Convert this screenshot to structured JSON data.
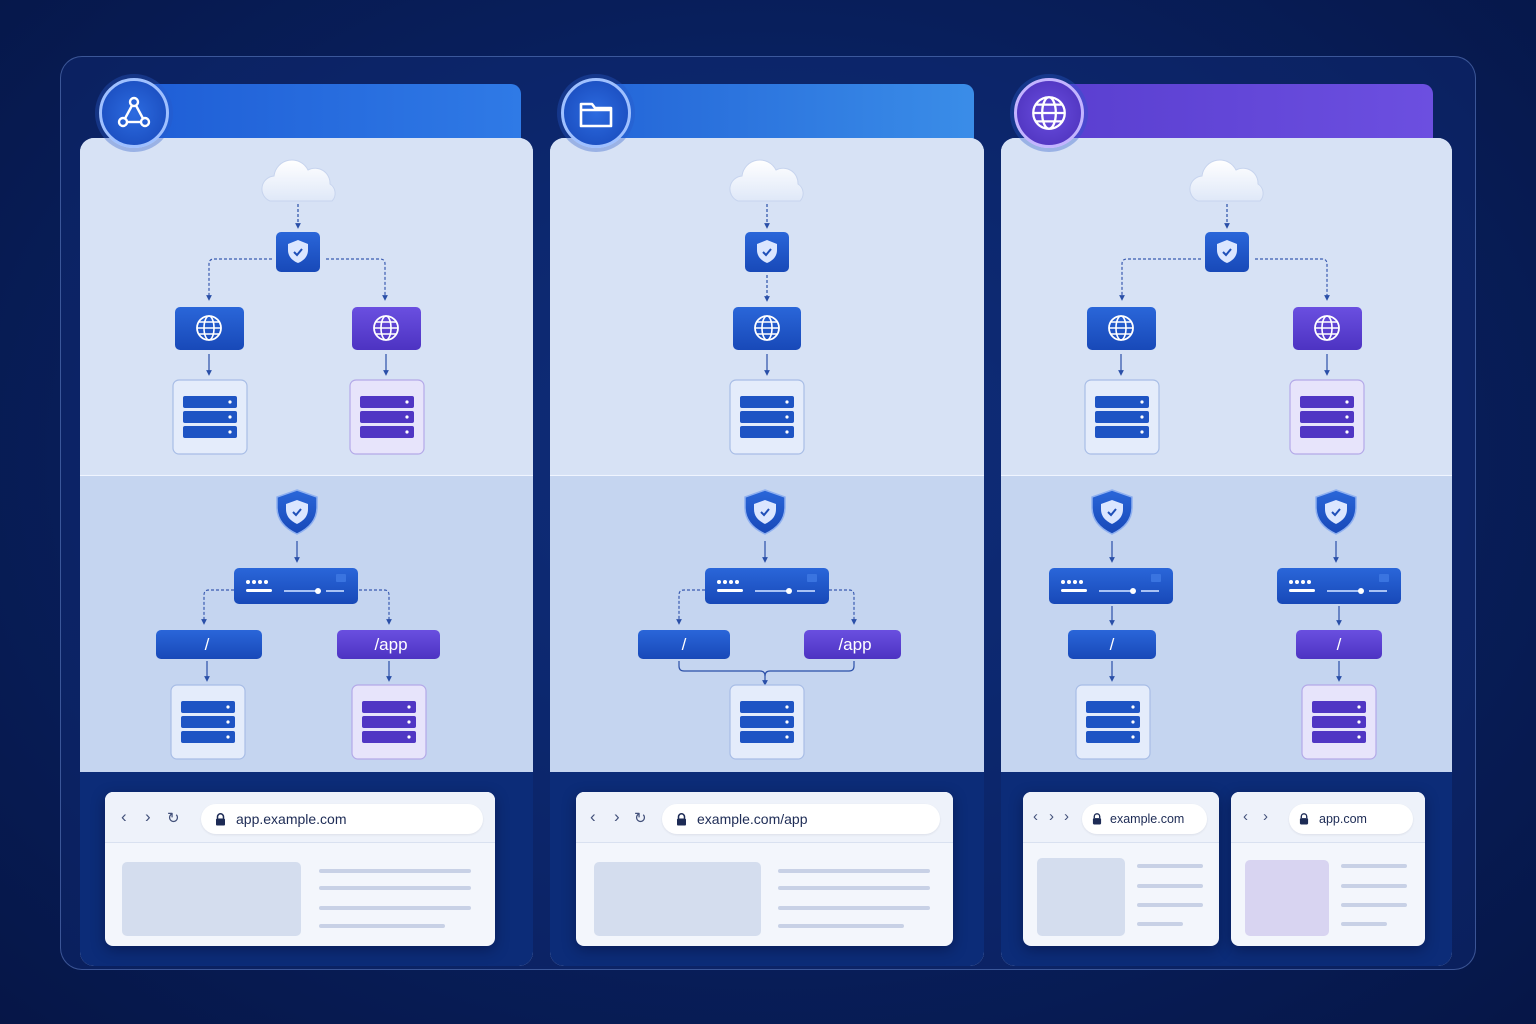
{
  "panels": [
    {
      "icon": "network-nodes-icon",
      "routes": [
        "/",
        "/app"
      ],
      "browsers": [
        {
          "url": "app.example.com"
        }
      ]
    },
    {
      "icon": "folder-icon",
      "routes": [
        "/",
        "/app"
      ],
      "browsers": [
        {
          "url": "example.com/app"
        }
      ]
    },
    {
      "icon": "globe-icon",
      "routes": [
        "/",
        "/"
      ],
      "browsers": [
        {
          "url": "example.com"
        },
        {
          "url": "app.com"
        }
      ]
    }
  ],
  "browser_controls": {
    "back": "‹",
    "forward": "›",
    "reload": "↻"
  },
  "colors": {
    "blue": "#1e55cc",
    "purple": "#5a3fd0",
    "panel_light": "#d7e2f5",
    "panel_mid": "#c5d5f0",
    "background": "#081f5c"
  }
}
